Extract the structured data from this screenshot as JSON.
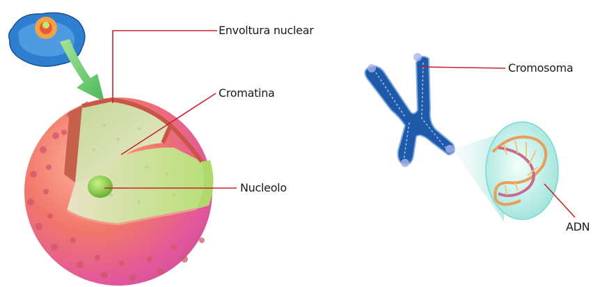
{
  "labels": {
    "nuclear_envelope": "Envoltura nuclear",
    "chromatin": "Cromatina",
    "nucleolus": "Nucleolo",
    "chromosome": "Cromosoma",
    "dna": "ADN"
  },
  "colors": {
    "leader_line": "#c8202a",
    "envelope_outer": "#f07a6a",
    "envelope_lower": "#e45c9e",
    "chromatin": "#cfe0a8",
    "nucleolus": "#7cc03a",
    "cell": "#2f7fd0",
    "arrow": "#6bc86a",
    "chromosome": "#1f5aa8",
    "zoom_bubble": "#bfeee8"
  },
  "icons": {
    "cell": "cell-icon",
    "nucleus": "nucleus-3d-icon",
    "chromosome": "chromosome-icon",
    "dna": "dna-helix-icon",
    "arrow": "arrow-down-right-icon"
  }
}
